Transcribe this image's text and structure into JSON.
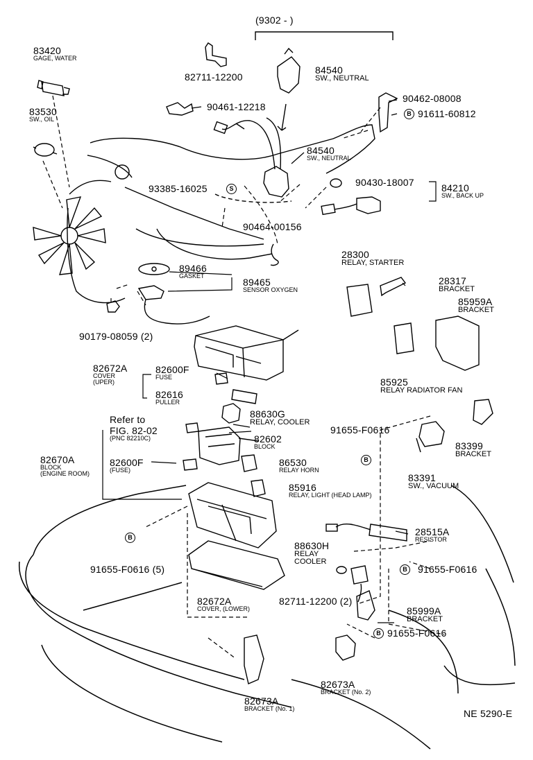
{
  "header": {
    "range": "(9302 -        )"
  },
  "footer": {
    "code": "NE 5290-E"
  },
  "callouts": [
    {
      "key": "p83420",
      "pn": "83420",
      "desc": [
        "GAGE, WATER"
      ]
    },
    {
      "key": "p83530",
      "pn": "83530",
      "desc": [
        "SW., OIL"
      ]
    },
    {
      "key": "p82711a",
      "pn": "82711-12200",
      "desc": []
    },
    {
      "key": "p84540a",
      "pn": "84540",
      "desc": [
        "SW., NEUTRAL"
      ]
    },
    {
      "key": "p90462",
      "pn": "90462-08008",
      "desc": []
    },
    {
      "key": "p91611",
      "pn": "91611-60812",
      "desc": []
    },
    {
      "key": "p90461",
      "pn": "90461-12218",
      "desc": []
    },
    {
      "key": "p84540b",
      "pn": "84540",
      "desc": [
        "SW., NEUTRAL"
      ]
    },
    {
      "key": "p93385",
      "pn": "93385-16025",
      "desc": []
    },
    {
      "key": "p90430",
      "pn": "90430-18007",
      "desc": []
    },
    {
      "key": "p84210",
      "pn": "84210",
      "desc": [
        "SW., BACK UP"
      ]
    },
    {
      "key": "p90464",
      "pn": "90464-00156",
      "desc": []
    },
    {
      "key": "p28300",
      "pn": "28300",
      "desc": [
        "RELAY, STARTER"
      ]
    },
    {
      "key": "p89466",
      "pn": "89466",
      "desc": [
        "GASKET"
      ]
    },
    {
      "key": "p89465",
      "pn": "89465",
      "desc": [
        "SENSOR OXYGEN"
      ]
    },
    {
      "key": "p28317",
      "pn": "28317",
      "desc": [
        "BRACKET"
      ]
    },
    {
      "key": "p85959a",
      "pn": "85959A",
      "desc": [
        "BRACKET"
      ]
    },
    {
      "key": "p90179",
      "pn": "90179-08059 (2)",
      "desc": []
    },
    {
      "key": "p82672a",
      "pn": "82672A",
      "desc": [
        "COVER",
        "(UPER)"
      ]
    },
    {
      "key": "p82600f_a",
      "pn": "82600F",
      "desc": [
        "FUSE"
      ]
    },
    {
      "key": "p85925",
      "pn": "85925",
      "desc": [
        "RELAY RADIATOR FAN"
      ]
    },
    {
      "key": "p82616",
      "pn": "82616",
      "desc": [
        "PULLER"
      ]
    },
    {
      "key": "p88630g",
      "pn": "88630G",
      "desc": [
        "RELAY, COOLER"
      ]
    },
    {
      "key": "prefer",
      "pn": "Refer to",
      "desc": []
    },
    {
      "key": "pfig",
      "pn": "FIG. 82-02",
      "desc": [
        "(PNC 82210C)"
      ]
    },
    {
      "key": "p91655_a",
      "pn": "91655-F0616",
      "desc": []
    },
    {
      "key": "p82602",
      "pn": "82602",
      "desc": [
        "BLOCK"
      ]
    },
    {
      "key": "p83399",
      "pn": "83399",
      "desc": [
        "BRACKET"
      ]
    },
    {
      "key": "p82670a",
      "pn": "82670A",
      "desc": [
        "BLOCK",
        "(ENGINE ROOM)"
      ]
    },
    {
      "key": "p82600f_b",
      "pn": "82600F",
      "desc": [
        "(FUSE)"
      ]
    },
    {
      "key": "p86530",
      "pn": "86530",
      "desc": [
        "RELAY HORN"
      ]
    },
    {
      "key": "p83391",
      "pn": "83391",
      "desc": [
        "SW., VACUUM"
      ]
    },
    {
      "key": "p85916",
      "pn": "85916",
      "desc": [
        "RELAY, LIGHT (HEAD LAMP)"
      ]
    },
    {
      "key": "p28515a",
      "pn": "28515A",
      "desc": [
        "RESISTOR"
      ]
    },
    {
      "key": "p88630h",
      "pn": "88630H",
      "desc": [
        "RELAY",
        "COOLER"
      ]
    },
    {
      "key": "p91655_b",
      "pn": "91655-F0616 (5)",
      "desc": []
    },
    {
      "key": "p91655_c",
      "pn": "91655-F0616",
      "desc": []
    },
    {
      "key": "p82711b",
      "pn": "82711-12200 (2)",
      "desc": []
    },
    {
      "key": "p82672a_l",
      "pn": "82672A",
      "desc": [
        "COVER, (LOWER)"
      ]
    },
    {
      "key": "p85999a",
      "pn": "85999A",
      "desc": [
        "BRACKET"
      ]
    },
    {
      "key": "p91655_d",
      "pn": "91655-F0616",
      "desc": []
    },
    {
      "key": "p82673a_1",
      "pn": "82673A",
      "desc": [
        "BRACKET (No. 1)"
      ]
    },
    {
      "key": "p82673a_2",
      "pn": "82673A",
      "desc": [
        "BRACKET (No. 2)"
      ]
    }
  ],
  "markers": {
    "bolt": "B",
    "screw": "S"
  }
}
